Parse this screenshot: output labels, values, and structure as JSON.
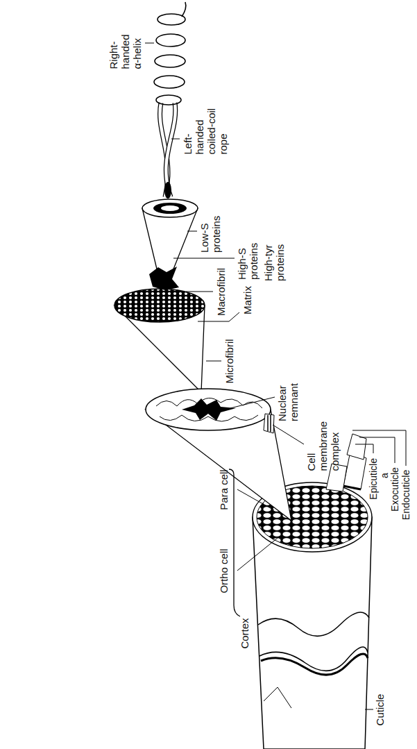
{
  "diagram": {
    "labels": [
      "Right-handed α-helix",
      "Left-handed coiled-coil rope",
      "Low-S proteins",
      "High-S proteins",
      "High-tyr proteins",
      "Macrofibril",
      "Matrix",
      "Microfibril",
      "Nuclear remnant",
      "Cell membrane complex",
      "Epicuticle",
      "a",
      "Exocuticle",
      "Endocuticle",
      "Para cell",
      "Ortho cell",
      "Cortex",
      "Cuticle"
    ]
  }
}
